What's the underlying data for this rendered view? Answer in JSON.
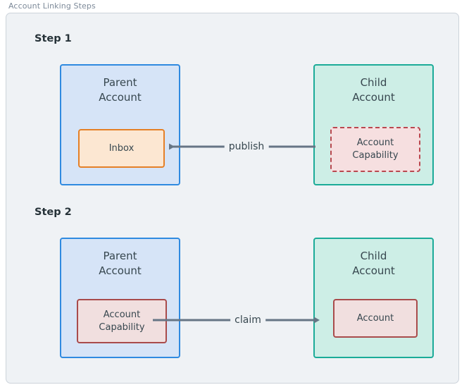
{
  "panel": {
    "title": "Account Linking Steps"
  },
  "steps": [
    {
      "label": "Step 1",
      "parent": {
        "title": "Parent\nAccount",
        "inner": {
          "label": "Inbox",
          "style": "inbox"
        }
      },
      "child": {
        "title": "Child\nAccount",
        "inner": {
          "label": "Account\nCapability",
          "style": "capability-dashed"
        }
      },
      "connector": {
        "label": "publish",
        "direction": "right-to-left"
      }
    },
    {
      "label": "Step 2",
      "parent": {
        "title": "Parent\nAccount",
        "inner": {
          "label": "Account\nCapability",
          "style": "capability-solid"
        }
      },
      "child": {
        "title": "Child\nAccount",
        "inner": {
          "label": "Account",
          "style": "capability-solid"
        }
      },
      "connector": {
        "label": "claim",
        "direction": "left-to-right"
      }
    }
  ],
  "colors": {
    "canvas": "#ffffff",
    "panel_background": "#eff2f5",
    "panel_border": "#ccd3da",
    "panel_title_text": "#7d8a99",
    "parent_fill": "#d6e4f7",
    "parent_border": "#2f8ae0",
    "child_fill": "#cdeee6",
    "child_border": "#1bab98",
    "inbox_fill": "#fce7d2",
    "inbox_border": "#e58027",
    "capability_dashed_fill": "#f6dfe0",
    "capability_dashed_border": "#b9484f",
    "capability_solid_fill": "#f1dfdf",
    "capability_solid_border": "#a94b4b",
    "arrow": "#667585",
    "text": "#37474f",
    "step_label_text": "#263238"
  }
}
